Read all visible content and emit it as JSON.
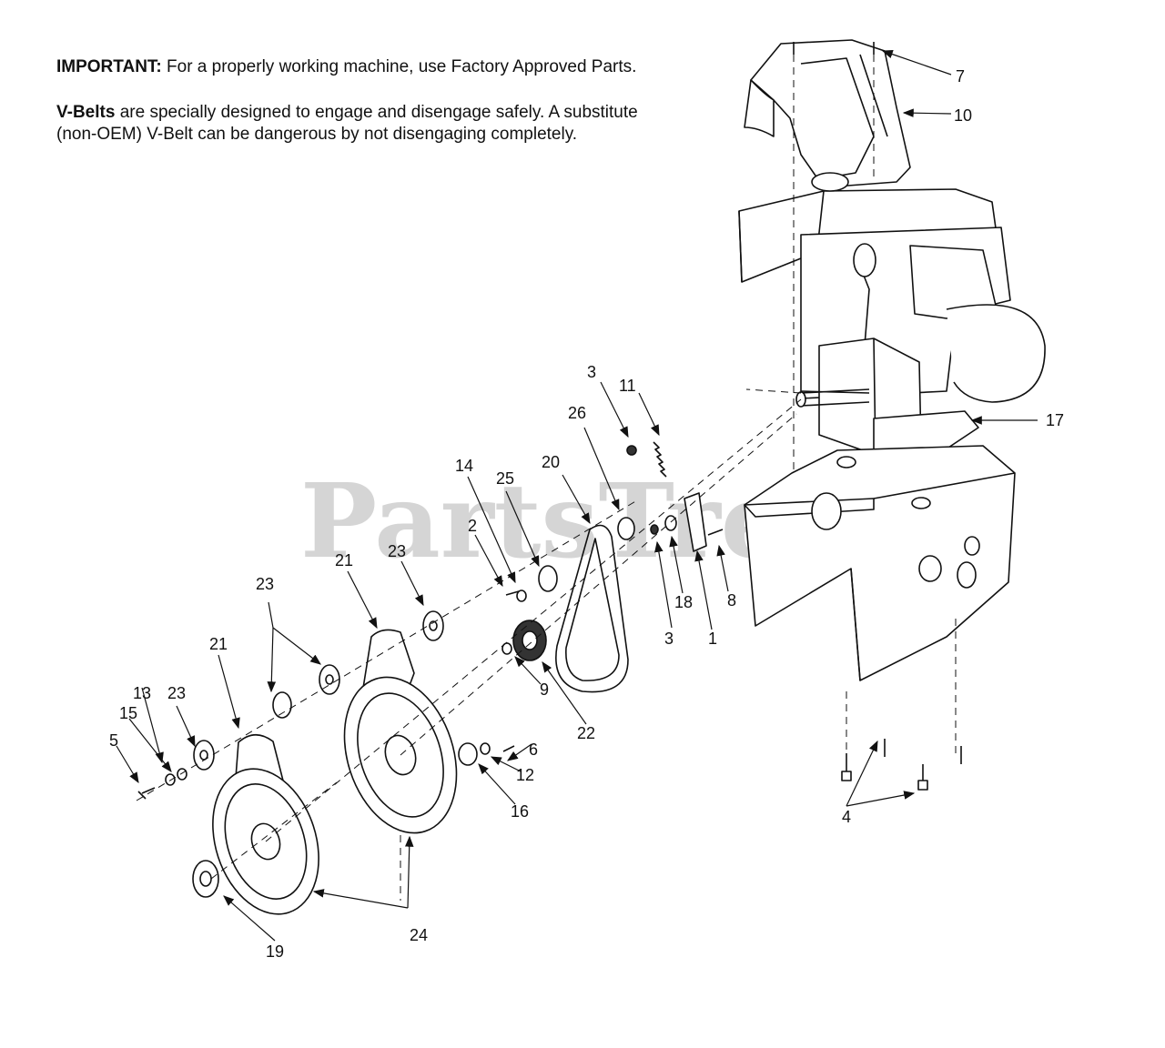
{
  "notes": {
    "important_label": "IMPORTANT:",
    "important_text": " For a properly working machine, use Factory Approved Parts.",
    "vbelts_label": "V-Belts",
    "vbelts_text": " are specially designed to engage and disengage safely. A substitute (non-OEM) V-Belt can be dangerous by not disengaging completely."
  },
  "watermark": "PartsTree",
  "callouts": {
    "c7": "7",
    "c10": "10",
    "c17": "17",
    "c3a": "3",
    "c11": "11",
    "c26": "26",
    "c14": "14",
    "c25": "25",
    "c20": "20",
    "c2": "2",
    "c21a": "21",
    "c23a": "23",
    "c23b": "23",
    "c21b": "21",
    "c13": "13",
    "c23c": "23",
    "c15": "15",
    "c5": "5",
    "c18": "18",
    "c8": "8",
    "c3b": "3",
    "c1": "1",
    "c9": "9",
    "c22": "22",
    "c6": "6",
    "c12": "12",
    "c16": "16",
    "c4": "4",
    "c19": "19",
    "c24": "24"
  },
  "colors": {
    "line": "#111111",
    "watermark": "#c8c8c8"
  }
}
